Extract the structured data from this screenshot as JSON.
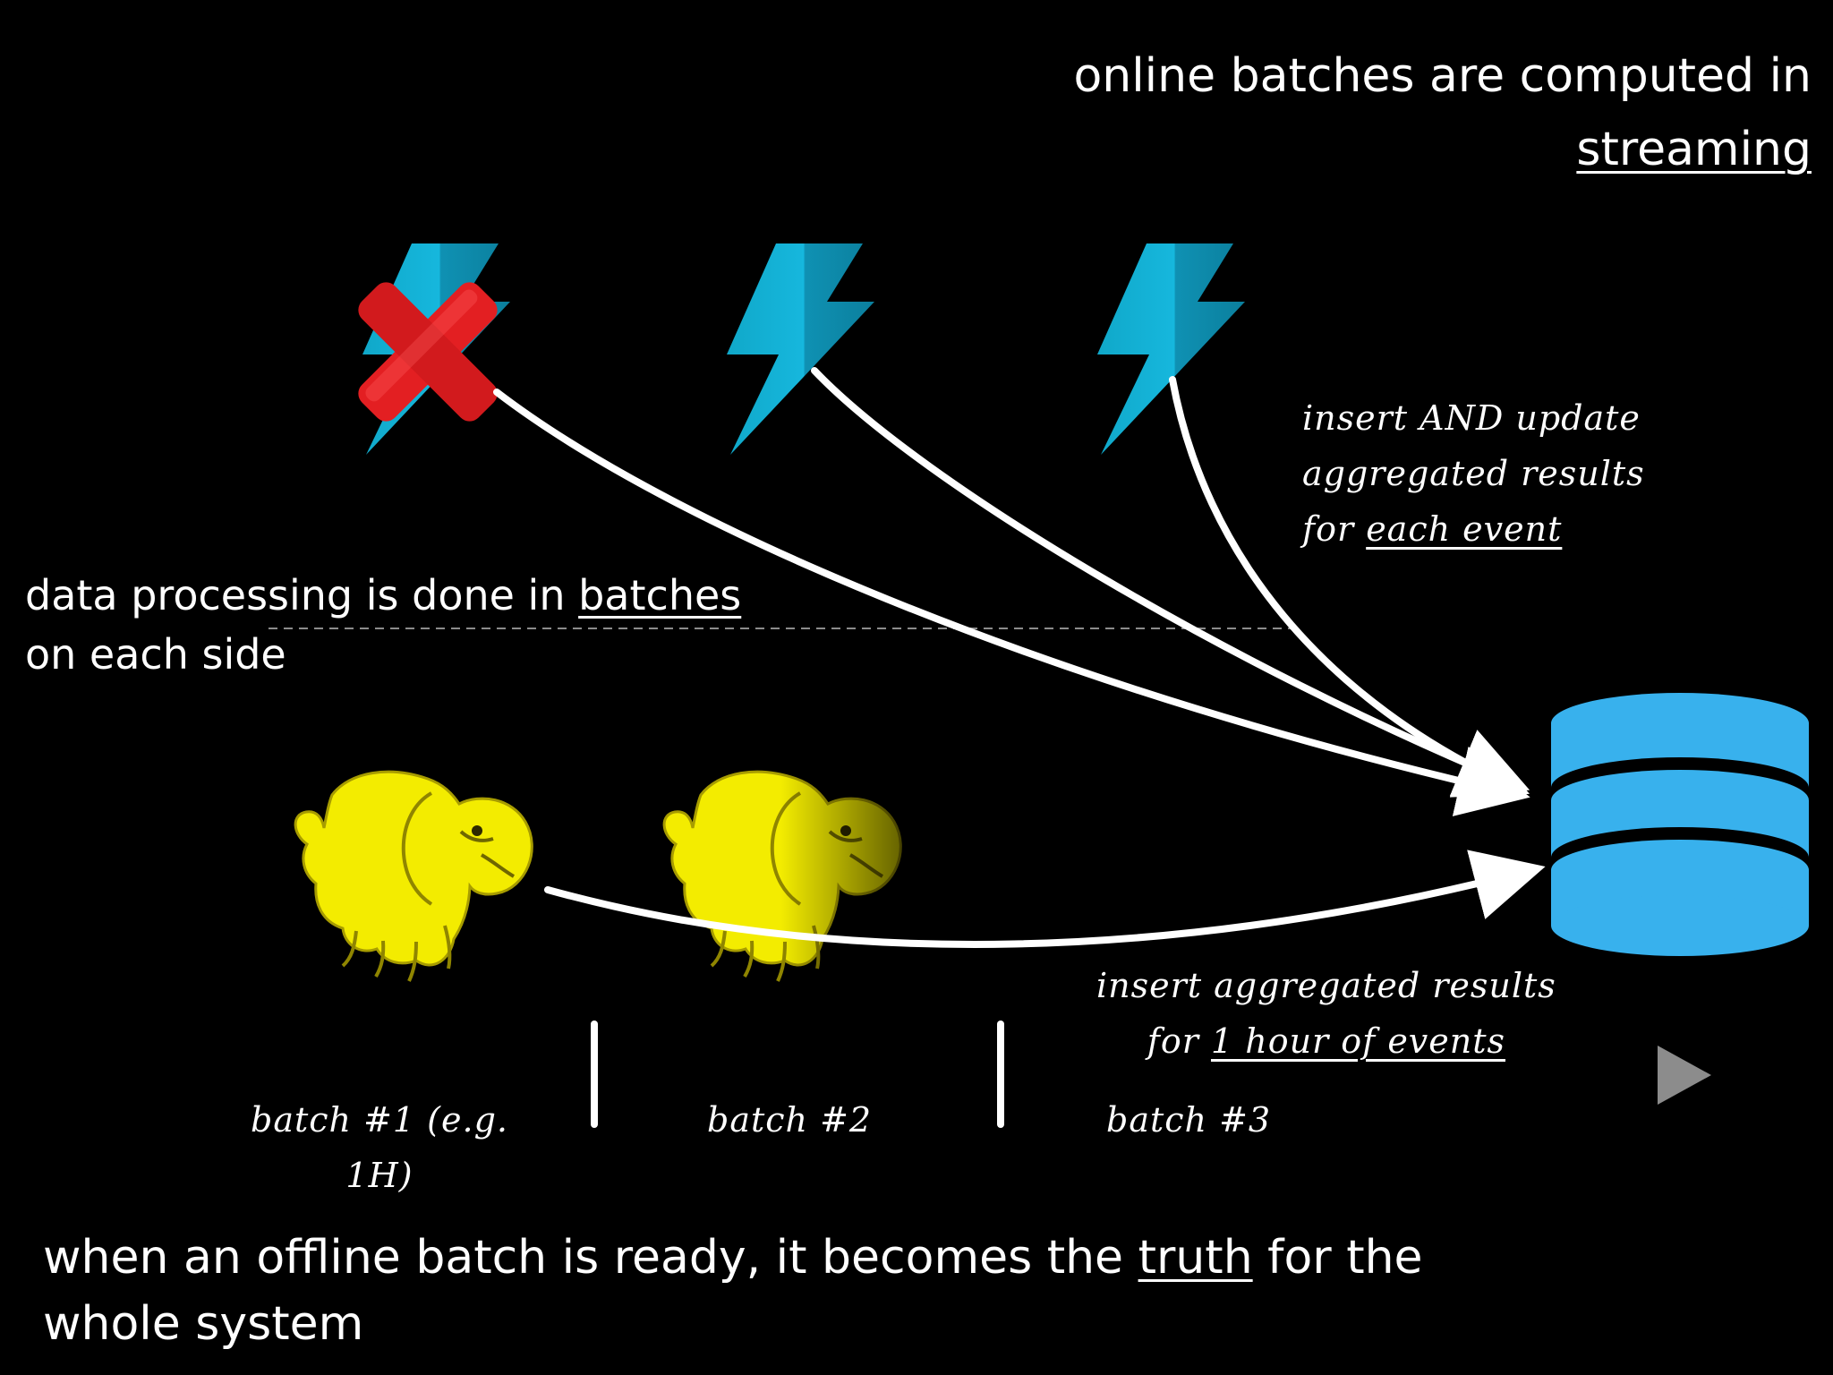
{
  "title": {
    "line1": "online batches are computed in",
    "line2": "streaming"
  },
  "notes": {
    "batches_line1_prefix": "data processing is done in ",
    "batches_line1_underlined": "batches",
    "batches_line2": "on each side",
    "insert_update_line1": "insert AND update",
    "insert_update_line2": "aggregated results",
    "insert_update_line3_prefix": "for ",
    "insert_update_line3_underlined": "each event",
    "insert_hour_line1": "insert aggregated results",
    "insert_hour_line2_prefix": "for ",
    "insert_hour_line2_underlined": "1 hour of events",
    "truth_line1_prefix": "when an offline batch is ready, it becomes the ",
    "truth_line1_underlined": "truth",
    "truth_line1_suffix": " for the",
    "truth_line2": "whole system"
  },
  "timeline": {
    "batch1_line1": "batch #1 (e.g.",
    "batch1_line2": "1H)",
    "batch2": "batch #2",
    "batch3": "batch #3"
  },
  "colors": {
    "background": "#000000",
    "lightning": "#14aed1",
    "database": "#3fb6ee",
    "elephant": "#f5f000",
    "error_cross": "#e01f1f",
    "timeline": "#8a8a8a"
  },
  "icons": [
    "lightning-icon",
    "red-x-icon",
    "database-icon",
    "elephant-icon",
    "arrow-icon"
  ]
}
